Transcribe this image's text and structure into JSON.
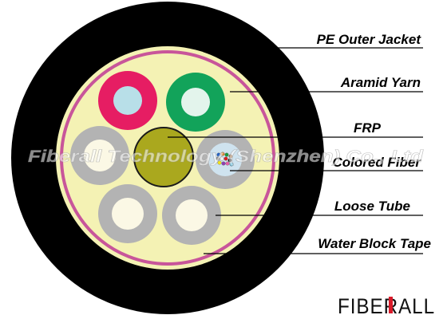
{
  "labels": {
    "pe_outer_jacket": "PE Outer Jacket",
    "aramid_yarn": "Aramid Yarn",
    "frp": "FRP",
    "colored_fiber": "Colored Fiber",
    "loose_tube": "Loose Tube",
    "water_block_tape": "Water Block Tape"
  },
  "watermark": "Fiberall Technology (Shenzhen) Co., Ltd",
  "logo": "FIBERALL",
  "colors": {
    "jacket": "#000000",
    "aramid_fill": "#f4f2b4",
    "water_block_ring": "#c8559a",
    "frp_core": "#aaa81e",
    "tube_red": "#e61d63",
    "tube_red_inner": "#b8dfe8",
    "tube_green": "#12a35a",
    "tube_green_inner": "#e3f4ec",
    "tube_grey": "#b3b3b3",
    "tube_blue_inner": "#cfe3ef",
    "tube_cream_inner": "#fbf8e5",
    "logo_accent": "#d91b2a"
  },
  "fiber_colors": [
    "#1f5fc4",
    "#e8821e",
    "#1a9a3c",
    "#8b5a2b",
    "#7a7a7a",
    "#f0f0f0",
    "#d92020",
    "#111111",
    "#f2e21c",
    "#8e3fb0",
    "#e55fa6",
    "#3fb0d9"
  ]
}
